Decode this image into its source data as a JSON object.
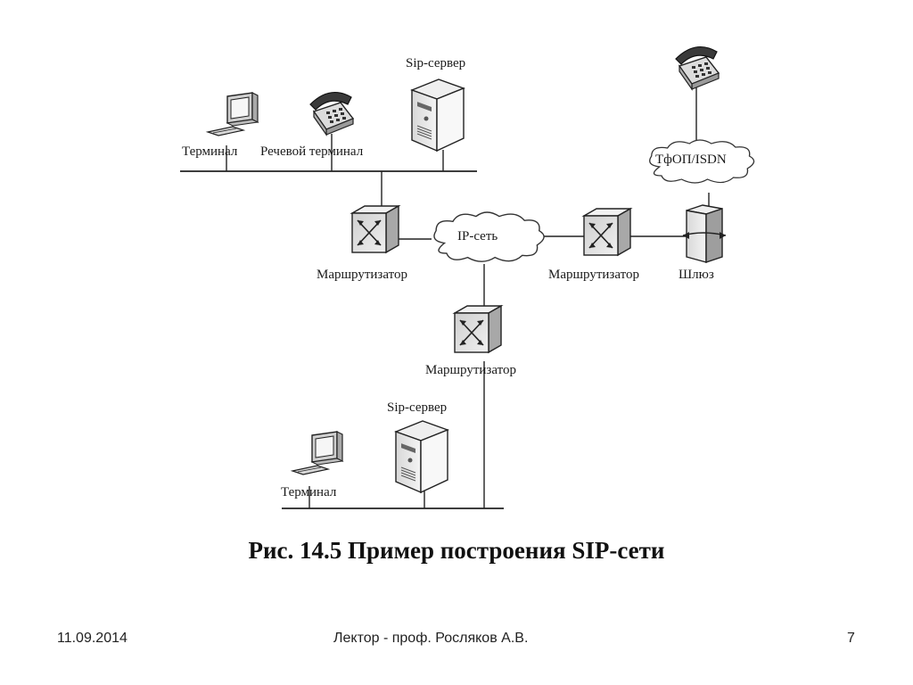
{
  "diagram": {
    "labels": {
      "sip_server_top": "Sip-сервер",
      "terminal_top": "Терминал",
      "voice_terminal": "Речевой терминал",
      "pstn_cloud": "ТфОП/ISDN",
      "ip_cloud": "IP-сеть",
      "router_left": "Маршрутизатор",
      "router_right": "Маршрутизатор",
      "gateway": "Шлюз",
      "router_bottom": "Маршрутизатор",
      "sip_server_bottom": "Sip-сервер",
      "terminal_bottom": "Терминал"
    },
    "icons": [
      "computer-terminal-icon",
      "telephone-icon",
      "server-icon",
      "router-icon",
      "gateway-icon",
      "cloud-icon"
    ]
  },
  "caption": "Рис. 14.5  Пример построения SIP-сети",
  "footer": {
    "date": "11.09.2014",
    "author": "Лектор - проф. Росляков А.В.",
    "page": "7"
  }
}
